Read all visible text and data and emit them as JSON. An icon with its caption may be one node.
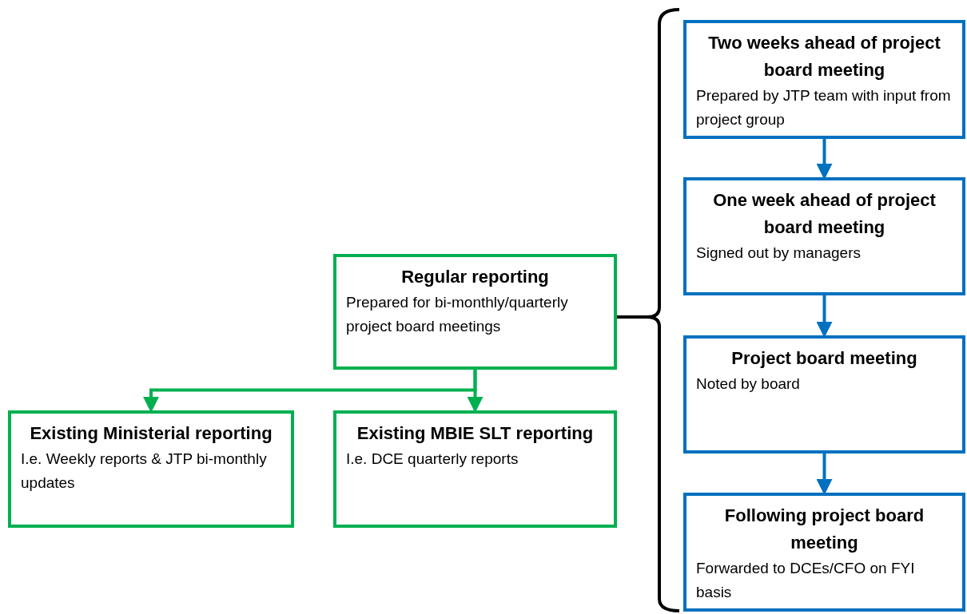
{
  "diagram": {
    "nodes": [
      {
        "text": [
          "Regular reporting",
          "Prepared for bi-monthly/quarterly project board meetings"
        ]
      },
      {
        "text": [
          "Existing Ministerial reporting",
          "I.e. Weekly reports & JTP bi-monthly updates"
        ]
      },
      {
        "text": [
          "Existing MBIE SLT reporting",
          "I.e. DCE quarterly reports"
        ]
      },
      {
        "text": [
          "Two weeks ahead of project board meeting",
          "Prepared by JTP team with input from project group"
        ]
      },
      {
        "text": [
          "One week ahead of project board meeting",
          "Signed out by managers"
        ]
      },
      {
        "text": [
          "Project board meeting",
          "Noted by board"
        ]
      },
      {
        "text": [
          "Following project board meeting",
          "Forwarded to DCEs/CFO on FYI basis"
        ]
      }
    ],
    "edges": [
      {
        "from": 0,
        "to": 1,
        "arrow": "to",
        "color": "#00b050"
      },
      {
        "from": 0,
        "to": 2,
        "arrow": "to",
        "color": "#00b050"
      },
      {
        "from": 3,
        "to": 4,
        "arrow": "to"
      },
      {
        "from": 4,
        "to": 5,
        "arrow": "to"
      },
      {
        "from": 5,
        "to": 6,
        "arrow": "to"
      }
    ]
  }
}
